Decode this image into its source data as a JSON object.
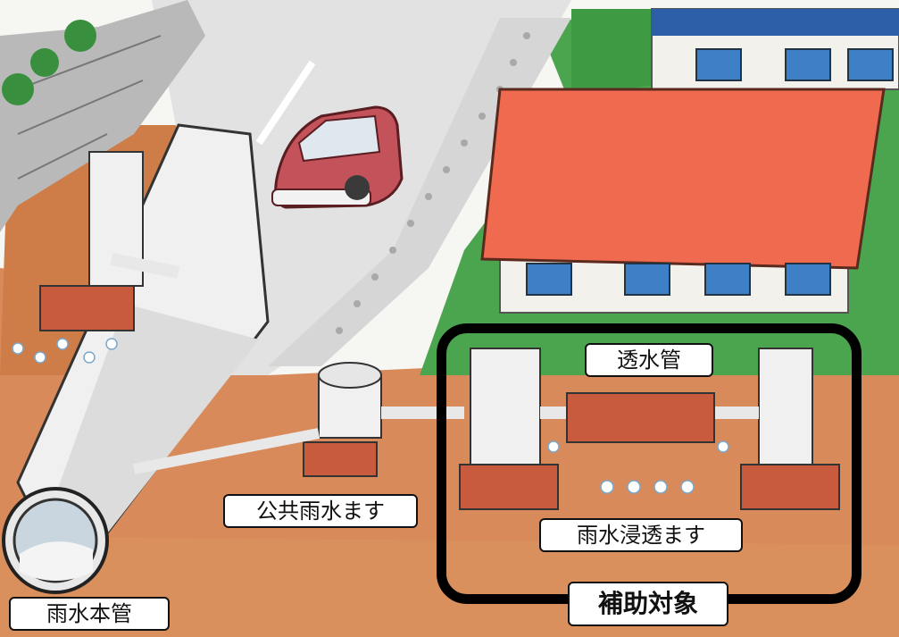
{
  "labels": {
    "permeable_pipe": "透水管",
    "public_rainwater_basin": "公共雨水ます",
    "rainwater_infiltration_basin": "雨水浸透ます",
    "rainwater_main_pipe": "雨水本管",
    "subsidy_target": "補助対象"
  },
  "colors": {
    "roof": "#ef6a4f",
    "soil": "#d98a5a",
    "grass": "#4aa54e",
    "road": "#e2e2e2",
    "brick": "#c85a3e",
    "frame": "#000000"
  }
}
